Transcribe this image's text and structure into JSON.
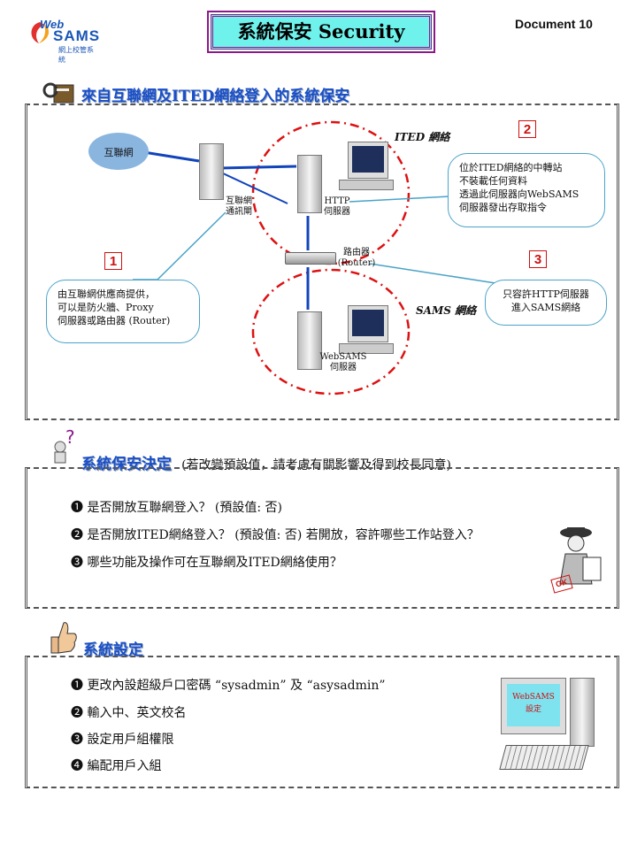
{
  "header": {
    "document_no": "Document 10",
    "title": "系統保安 Security",
    "logo_web": "Web",
    "logo_sams": "SAMS",
    "logo_sub": "網上校管系統"
  },
  "section1": {
    "title": "來自互聯網及ITED網絡登入的系統保安",
    "internet": "互聯網",
    "gateway": [
      "互聯網",
      "通訊閘"
    ],
    "http": [
      "HTTP",
      "伺服器"
    ],
    "router": [
      "路由器",
      "(Router)"
    ],
    "websams_server": [
      "WebSAMS",
      "伺服器"
    ],
    "ited_label": "ITED 網絡",
    "sams_label": "SAMS 網絡",
    "badge1": "1",
    "badge2": "2",
    "badge3": "3",
    "callout1": [
      "由互聯網供應商提供，",
      "可以是防火牆、Proxy",
      "伺服器或路由器 (Router)"
    ],
    "callout2": [
      "位於ITED網絡的中轉站",
      "不裝載任何資料",
      "透過此伺服器向WebSAMS",
      "伺服器發出存取指令"
    ],
    "callout3": [
      "只容許HTTP伺服器",
      "進入SAMS網絡"
    ]
  },
  "section2": {
    "title": "系統保安決定",
    "subtitle": "(若改變預設值，請考慮有關影響及得到校長同意)",
    "items": [
      "是否開放互聯網登入？ (預設值: 否)",
      "是否開放ITED網絡登入？ (預設值: 否) 若開放，容許哪些工作站登入？",
      "哪些功能及操作可在互聯網及ITED網絡使用？"
    ],
    "markers": [
      "❶",
      "❷",
      "❸"
    ],
    "ok_stamp": "OK"
  },
  "section3": {
    "title": "系統設定",
    "item1_prefix": "更改內設超級戶口密碼 ",
    "item1_q1": "“sysadmin”",
    "item1_mid": " 及 ",
    "item1_q2": "“asysadmin”",
    "items": [
      "輸入中、英文校名",
      "設定用戶組權限",
      "編配用戶入組"
    ],
    "markers": [
      "❶",
      "❷",
      "❸",
      "❹"
    ],
    "screen_text": [
      "WebSAMS",
      "設定"
    ]
  },
  "colors": {
    "accent_blue": "#1a4fc9",
    "callout_border": "#4aa3c8",
    "badge_red": "#cc1111",
    "title_bg": "#6ff1ec"
  }
}
